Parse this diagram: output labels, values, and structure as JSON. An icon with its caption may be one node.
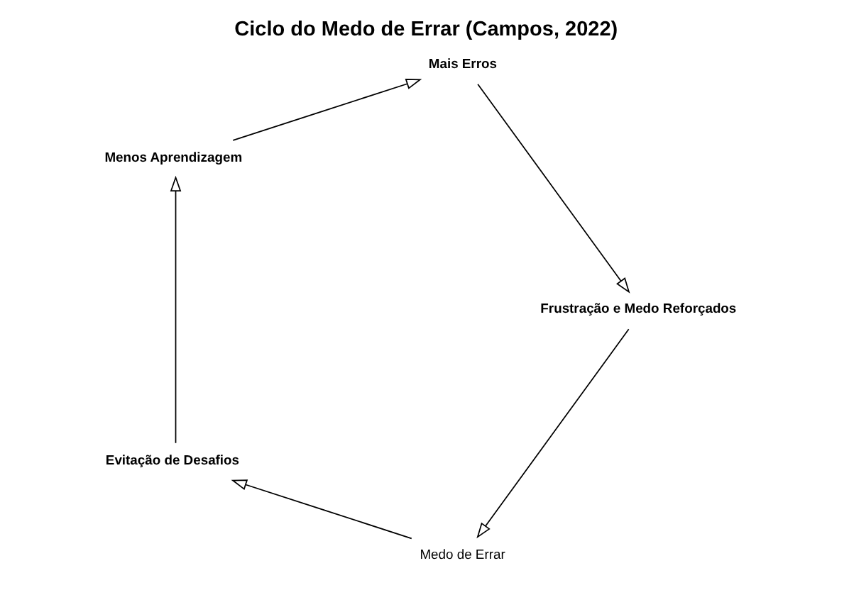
{
  "diagram": {
    "title": "Ciclo do Medo de Errar (Campos, 2022)",
    "nodes": [
      {
        "text": [
          "Medo de Errar"
        ]
      },
      {
        "text": [
          "Evitação de Desafios"
        ]
      },
      {
        "text": [
          "Menos Aprendizagem"
        ]
      },
      {
        "text": [
          "Mais Erros"
        ]
      },
      {
        "text": [
          "Frustração e Medo Reforçados"
        ]
      }
    ],
    "edges": [
      {
        "from": 0,
        "to": 1,
        "arrow": "to"
      },
      {
        "from": 1,
        "to": 2,
        "arrow": "to"
      },
      {
        "from": 2,
        "to": 3,
        "arrow": "to"
      },
      {
        "from": 3,
        "to": 4,
        "arrow": "to"
      },
      {
        "from": 4,
        "to": 0,
        "arrow": "to"
      }
    ]
  }
}
